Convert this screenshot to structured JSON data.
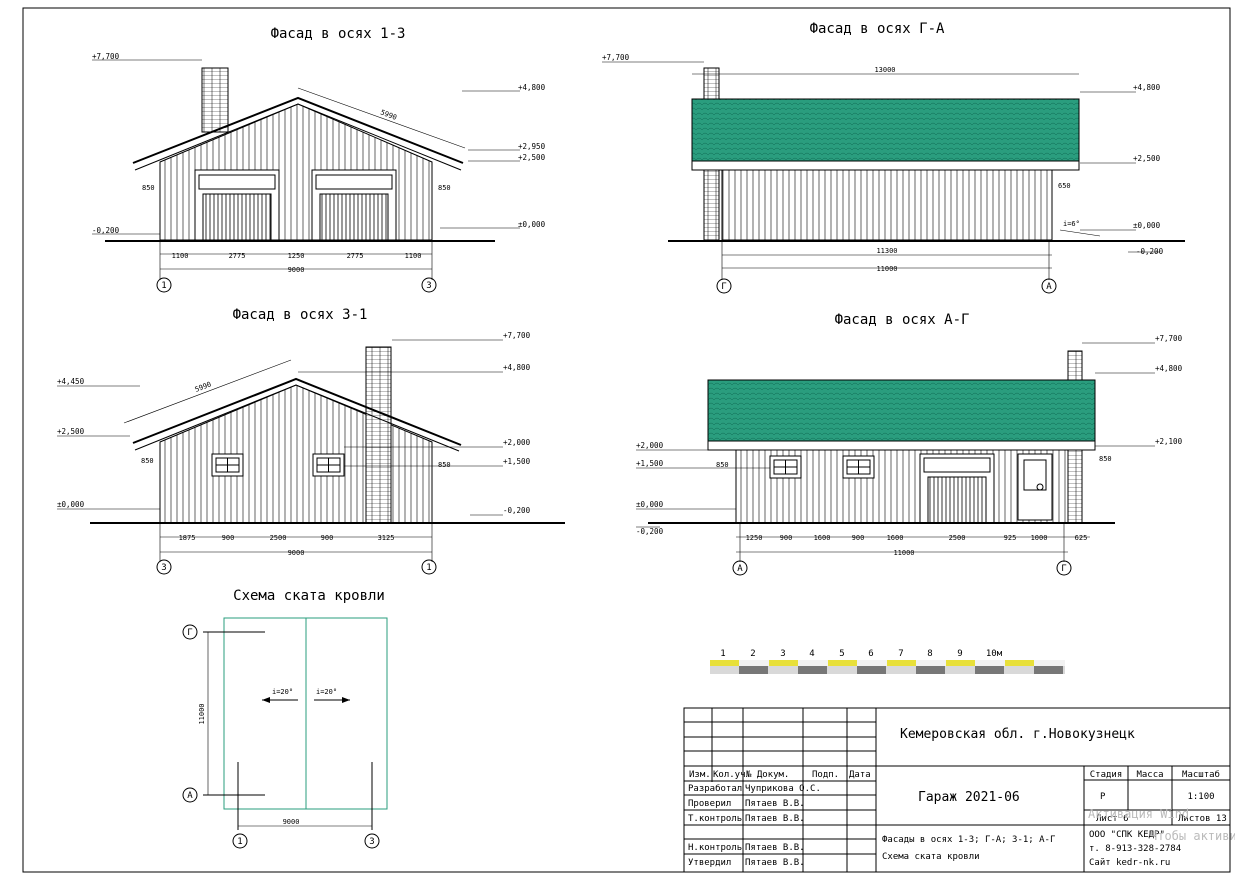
{
  "sheet": {
    "views": {
      "front13": {
        "title": "Фасад в осях 1-3",
        "marks": [
          "+7,700",
          "+4,800",
          "+2,950",
          "+2,500",
          "±0,000",
          "-0,200"
        ],
        "dims": [
          "1100",
          "2775",
          "1250",
          "2775",
          "1100",
          "9000",
          "5990",
          "850",
          "850"
        ],
        "axes": [
          "1",
          "3"
        ]
      },
      "sideGA": {
        "title": "Фасад в осях Г-А",
        "marks": [
          "+7,700",
          "+4,800",
          "+2,500",
          "±0,000",
          "-0,200"
        ],
        "dims": [
          "13000",
          "11300",
          "11000",
          "650"
        ],
        "slope": "i=6°",
        "axes": [
          "Г",
          "А"
        ]
      },
      "back31": {
        "title": "Фасад в осях 3-1",
        "marks": [
          "+7,700",
          "+4,800",
          "+4,450",
          "+2,500",
          "+2,000",
          "+1,500",
          "±0,000",
          "-0,200"
        ],
        "dims": [
          "1875",
          "900",
          "2500",
          "900",
          "3125",
          "9000",
          "5990",
          "850",
          "850"
        ],
        "axes": [
          "3",
          "1"
        ]
      },
      "sideAG": {
        "title": "Фасад в осях А-Г",
        "marks": [
          "+7,700",
          "+4,800",
          "+2,100",
          "+2,000",
          "+1,500",
          "±0,000",
          "-0,200"
        ],
        "dims": [
          "1250",
          "900",
          "1600",
          "900",
          "1600",
          "2500",
          "925",
          "1000",
          "625",
          "11000",
          "850",
          "850"
        ],
        "axes": [
          "А",
          "Г"
        ]
      },
      "roofScheme": {
        "title": "Схема ската кровли",
        "slopes": [
          "i=20°",
          "i=20°"
        ],
        "dims": [
          "11000",
          "9000"
        ],
        "axes": [
          "Г",
          "А",
          "1",
          "3"
        ]
      }
    },
    "scale_bar": {
      "labels": [
        "1",
        "2",
        "3",
        "4",
        "5",
        "6",
        "7",
        "8",
        "9",
        "10м"
      ]
    },
    "title_block": {
      "region": "Кемеровская обл.  г.Новокузнецк",
      "headers": [
        "Изм.",
        "Кол.уч",
        "№ Докум.",
        "Подп.",
        "Дата"
      ],
      "roles": [
        {
          "role": "Разработал",
          "name": "Чуприкова О.С."
        },
        {
          "role": "Проверил",
          "name": "Пятаев В.В."
        },
        {
          "role": "Т.контроль",
          "name": "Пятаев В.В."
        },
        {
          "role": "Н.контроль",
          "name": "Пятаев В.В."
        },
        {
          "role": "Утвердил",
          "name": "Пятаев В.В."
        }
      ],
      "project": "Гараж 2021-06",
      "sheet_title_1": "Фасады в осях 1-3; Г-А; 3-1; А-Г",
      "sheet_title_2": "Схема ската кровли",
      "stage_header": "Стадия",
      "mass_header": "Масса",
      "scale_header": "Масштаб",
      "stage": "Р",
      "scale": "1:100",
      "sheet_no": "Лист 6",
      "sheets_total": "Листов 13",
      "company": "ООО \"СПК КЕДР\"",
      "phone": "т. 8-913-328-2784",
      "site": "Сайт kedr-nk.ru"
    },
    "watermark": {
      "line1": "Активация Wind",
      "line2": "Чтобы активировать"
    }
  }
}
